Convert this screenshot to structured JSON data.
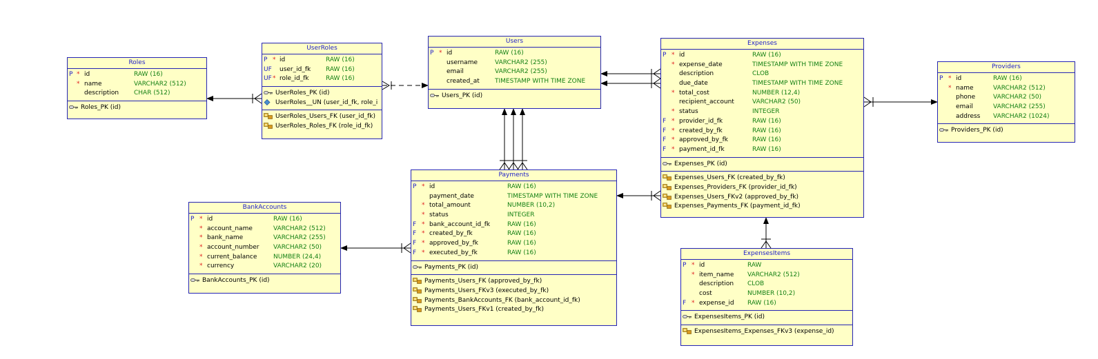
{
  "tables": {
    "roles": {
      "title": "Roles",
      "columns": [
        {
          "flag": "P",
          "req": "*",
          "name": "id",
          "type": "RAW (16)"
        },
        {
          "flag": "",
          "req": "*",
          "name": "name",
          "type": "VARCHAR2 (512)"
        },
        {
          "flag": "",
          "req": "",
          "name": "description",
          "type": "CHAR (512)"
        }
      ],
      "keys": [
        "Roles_PK (id)"
      ],
      "fks": []
    },
    "userroles": {
      "title": "UserRoles",
      "columns": [
        {
          "flag": "P",
          "req": "*",
          "name": "id",
          "type": "RAW (16)"
        },
        {
          "flag": "UF",
          "req": "",
          "name": "user_id_fk",
          "type": "RAW (16)"
        },
        {
          "flag": "UF",
          "req": "*",
          "name": "role_id_fk",
          "type": "RAW (16)"
        }
      ],
      "keys": [
        "UserRoles_PK (id)"
      ],
      "uniques": [
        "UserRoles__UN (user_id_fk, role_i"
      ],
      "fks": [
        "UserRoles_Users_FK (user_id_fk)",
        "UserRoles_Roles_FK (role_id_fk)"
      ]
    },
    "users": {
      "title": "Users",
      "columns": [
        {
          "flag": "P",
          "req": "*",
          "name": "id",
          "type": "RAW (16)"
        },
        {
          "flag": "",
          "req": "",
          "name": "username",
          "type": "VARCHAR2 (255)"
        },
        {
          "flag": "",
          "req": "",
          "name": "email",
          "type": "VARCHAR2 (255)"
        },
        {
          "flag": "",
          "req": "",
          "name": "created_at",
          "type": "TIMESTAMP WITH TIME ZONE"
        }
      ],
      "keys": [
        "Users_PK (id)"
      ],
      "fks": []
    },
    "expenses": {
      "title": "Expenses",
      "columns": [
        {
          "flag": "P",
          "req": "*",
          "name": "id",
          "type": "RAW (16)"
        },
        {
          "flag": "",
          "req": "*",
          "name": "expense_date",
          "type": "TIMESTAMP WITH TIME ZONE"
        },
        {
          "flag": "",
          "req": "",
          "name": "description",
          "type": "CLOB"
        },
        {
          "flag": "",
          "req": "",
          "name": "due_date",
          "type": "TIMESTAMP WITH TIME ZONE"
        },
        {
          "flag": "",
          "req": "*",
          "name": "total_cost",
          "type": "NUMBER (12,4)"
        },
        {
          "flag": "",
          "req": "",
          "name": "recipient_account",
          "type": "VARCHAR2 (50)"
        },
        {
          "flag": "",
          "req": "*",
          "name": "status",
          "type": "INTEGER"
        },
        {
          "flag": "F",
          "req": "*",
          "name": "provider_id_fk",
          "type": "RAW (16)"
        },
        {
          "flag": "F",
          "req": "*",
          "name": "created_by_fk",
          "type": "RAW (16)"
        },
        {
          "flag": "F",
          "req": "*",
          "name": "approved_by_fk",
          "type": "RAW (16)"
        },
        {
          "flag": "F",
          "req": "*",
          "name": "payment_id_fk",
          "type": "RAW (16)"
        }
      ],
      "keys": [
        "Expenses_PK (id)"
      ],
      "fks": [
        "Expenses_Users_FK (created_by_fk)",
        "Expenses_Providers_FK (provider_id_fk)",
        "Expenses_Users_FKv2 (approved_by_fk)",
        "Expenses_Payments_FK (payment_id_fk)"
      ]
    },
    "providers": {
      "title": "Providers",
      "columns": [
        {
          "flag": "P",
          "req": "*",
          "name": "id",
          "type": "RAW (16)"
        },
        {
          "flag": "",
          "req": "*",
          "name": "name",
          "type": "VARCHAR2 (512)"
        },
        {
          "flag": "",
          "req": "",
          "name": "phone",
          "type": "VARCHAR2 (50)"
        },
        {
          "flag": "",
          "req": "",
          "name": "email",
          "type": "VARCHAR2 (255)"
        },
        {
          "flag": "",
          "req": "",
          "name": "address",
          "type": "VARCHAR2 (1024)"
        }
      ],
      "keys": [
        "Providers_PK (id)"
      ],
      "fks": []
    },
    "payments": {
      "title": "Payments",
      "columns": [
        {
          "flag": "P",
          "req": "*",
          "name": "id",
          "type": "RAW (16)"
        },
        {
          "flag": "",
          "req": "",
          "name": "payment_date",
          "type": "TIMESTAMP WITH TIME ZONE"
        },
        {
          "flag": "",
          "req": "*",
          "name": "total_amount",
          "type": "NUMBER (10,2)"
        },
        {
          "flag": "",
          "req": "*",
          "name": "status",
          "type": "INTEGER"
        },
        {
          "flag": "F",
          "req": "*",
          "name": "bank_account_id_fk",
          "type": "RAW (16)"
        },
        {
          "flag": "F",
          "req": "*",
          "name": "created_by_fk",
          "type": "RAW (16)"
        },
        {
          "flag": "F",
          "req": "*",
          "name": "approved_by_fk",
          "type": "RAW (16)"
        },
        {
          "flag": "F",
          "req": "*",
          "name": "executed_by_fk",
          "type": "RAW (16)"
        }
      ],
      "keys": [
        "Payments_PK (id)"
      ],
      "fks": [
        "Payments_Users_FK (approved_by_fk)",
        "Payments_Users_FKv3 (executed_by_fk)",
        "Payments_BankAccounts_FK (bank_account_id_fk)",
        "Payments_Users_FKv1 (created_by_fk)"
      ]
    },
    "bankaccounts": {
      "title": "BankAccounts",
      "columns": [
        {
          "flag": "P",
          "req": "*",
          "name": "id",
          "type": "RAW (16)"
        },
        {
          "flag": "",
          "req": "*",
          "name": "account_name",
          "type": "VARCHAR2 (512)"
        },
        {
          "flag": "",
          "req": "*",
          "name": "bank_name",
          "type": "VARCHAR2 (255)"
        },
        {
          "flag": "",
          "req": "*",
          "name": "account_number",
          "type": "VARCHAR2 (50)"
        },
        {
          "flag": "",
          "req": "*",
          "name": "current_balance",
          "type": "NUMBER (24,4)"
        },
        {
          "flag": "",
          "req": "*",
          "name": "currency",
          "type": "VARCHAR2 (20)"
        }
      ],
      "keys": [
        "BankAccounts_PK (id)"
      ],
      "fks": []
    },
    "expensesitems": {
      "title": "ExpensesItems",
      "columns": [
        {
          "flag": "P",
          "req": "*",
          "name": "id",
          "type": "RAW"
        },
        {
          "flag": "",
          "req": "*",
          "name": "item_name",
          "type": "VARCHAR2 (512)"
        },
        {
          "flag": "",
          "req": "",
          "name": "description",
          "type": "CLOB"
        },
        {
          "flag": "",
          "req": "",
          "name": "cost",
          "type": "NUMBER (10,2)"
        },
        {
          "flag": "F",
          "req": "*",
          "name": "expense_id",
          "type": "RAW (16)"
        }
      ],
      "keys": [
        "ExpensesItems_PK (id)"
      ],
      "fks": [
        "ExpensesItems_Expenses_FKv3 (expense_id)"
      ]
    }
  },
  "colors": {
    "table_fill": "#ffffc6",
    "table_border": "#2323b4",
    "title_text": "#1c1cc8",
    "type_text": "#148014",
    "required_mark": "#e02020"
  },
  "icons": {
    "primary_key": "key-icon",
    "unique_key": "diamond-icon",
    "foreign_key": "relation-key-icon"
  }
}
